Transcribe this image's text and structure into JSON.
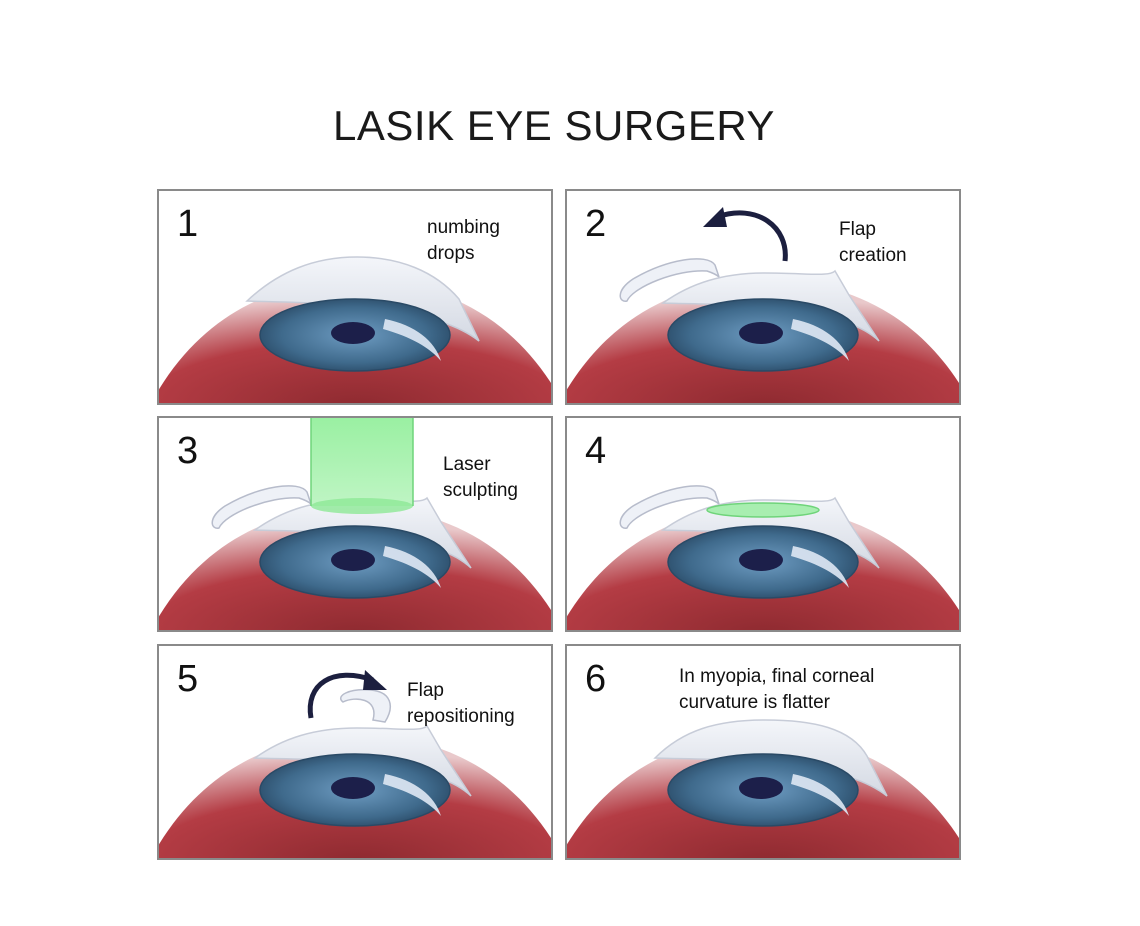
{
  "title": "LASIK EYE SURGERY",
  "panels": [
    {
      "number": "1",
      "caption": "numbing\ndrops"
    },
    {
      "number": "2",
      "caption": "Flap\ncreation"
    },
    {
      "number": "3",
      "caption": "Laser\nsculpting"
    },
    {
      "number": "4",
      "caption": ""
    },
    {
      "number": "5",
      "caption": "Flap\nrepositioning"
    },
    {
      "number": "6",
      "caption": "In myopia, final corneal\ncurvature is flatter"
    }
  ],
  "colors": {
    "sclera": "#a8333a",
    "iris": "#3f6a8c",
    "pupil": "#1c1f4a",
    "laser": "#7fe38a",
    "arrow": "#1c1f3f",
    "border": "#8a8a8a"
  }
}
